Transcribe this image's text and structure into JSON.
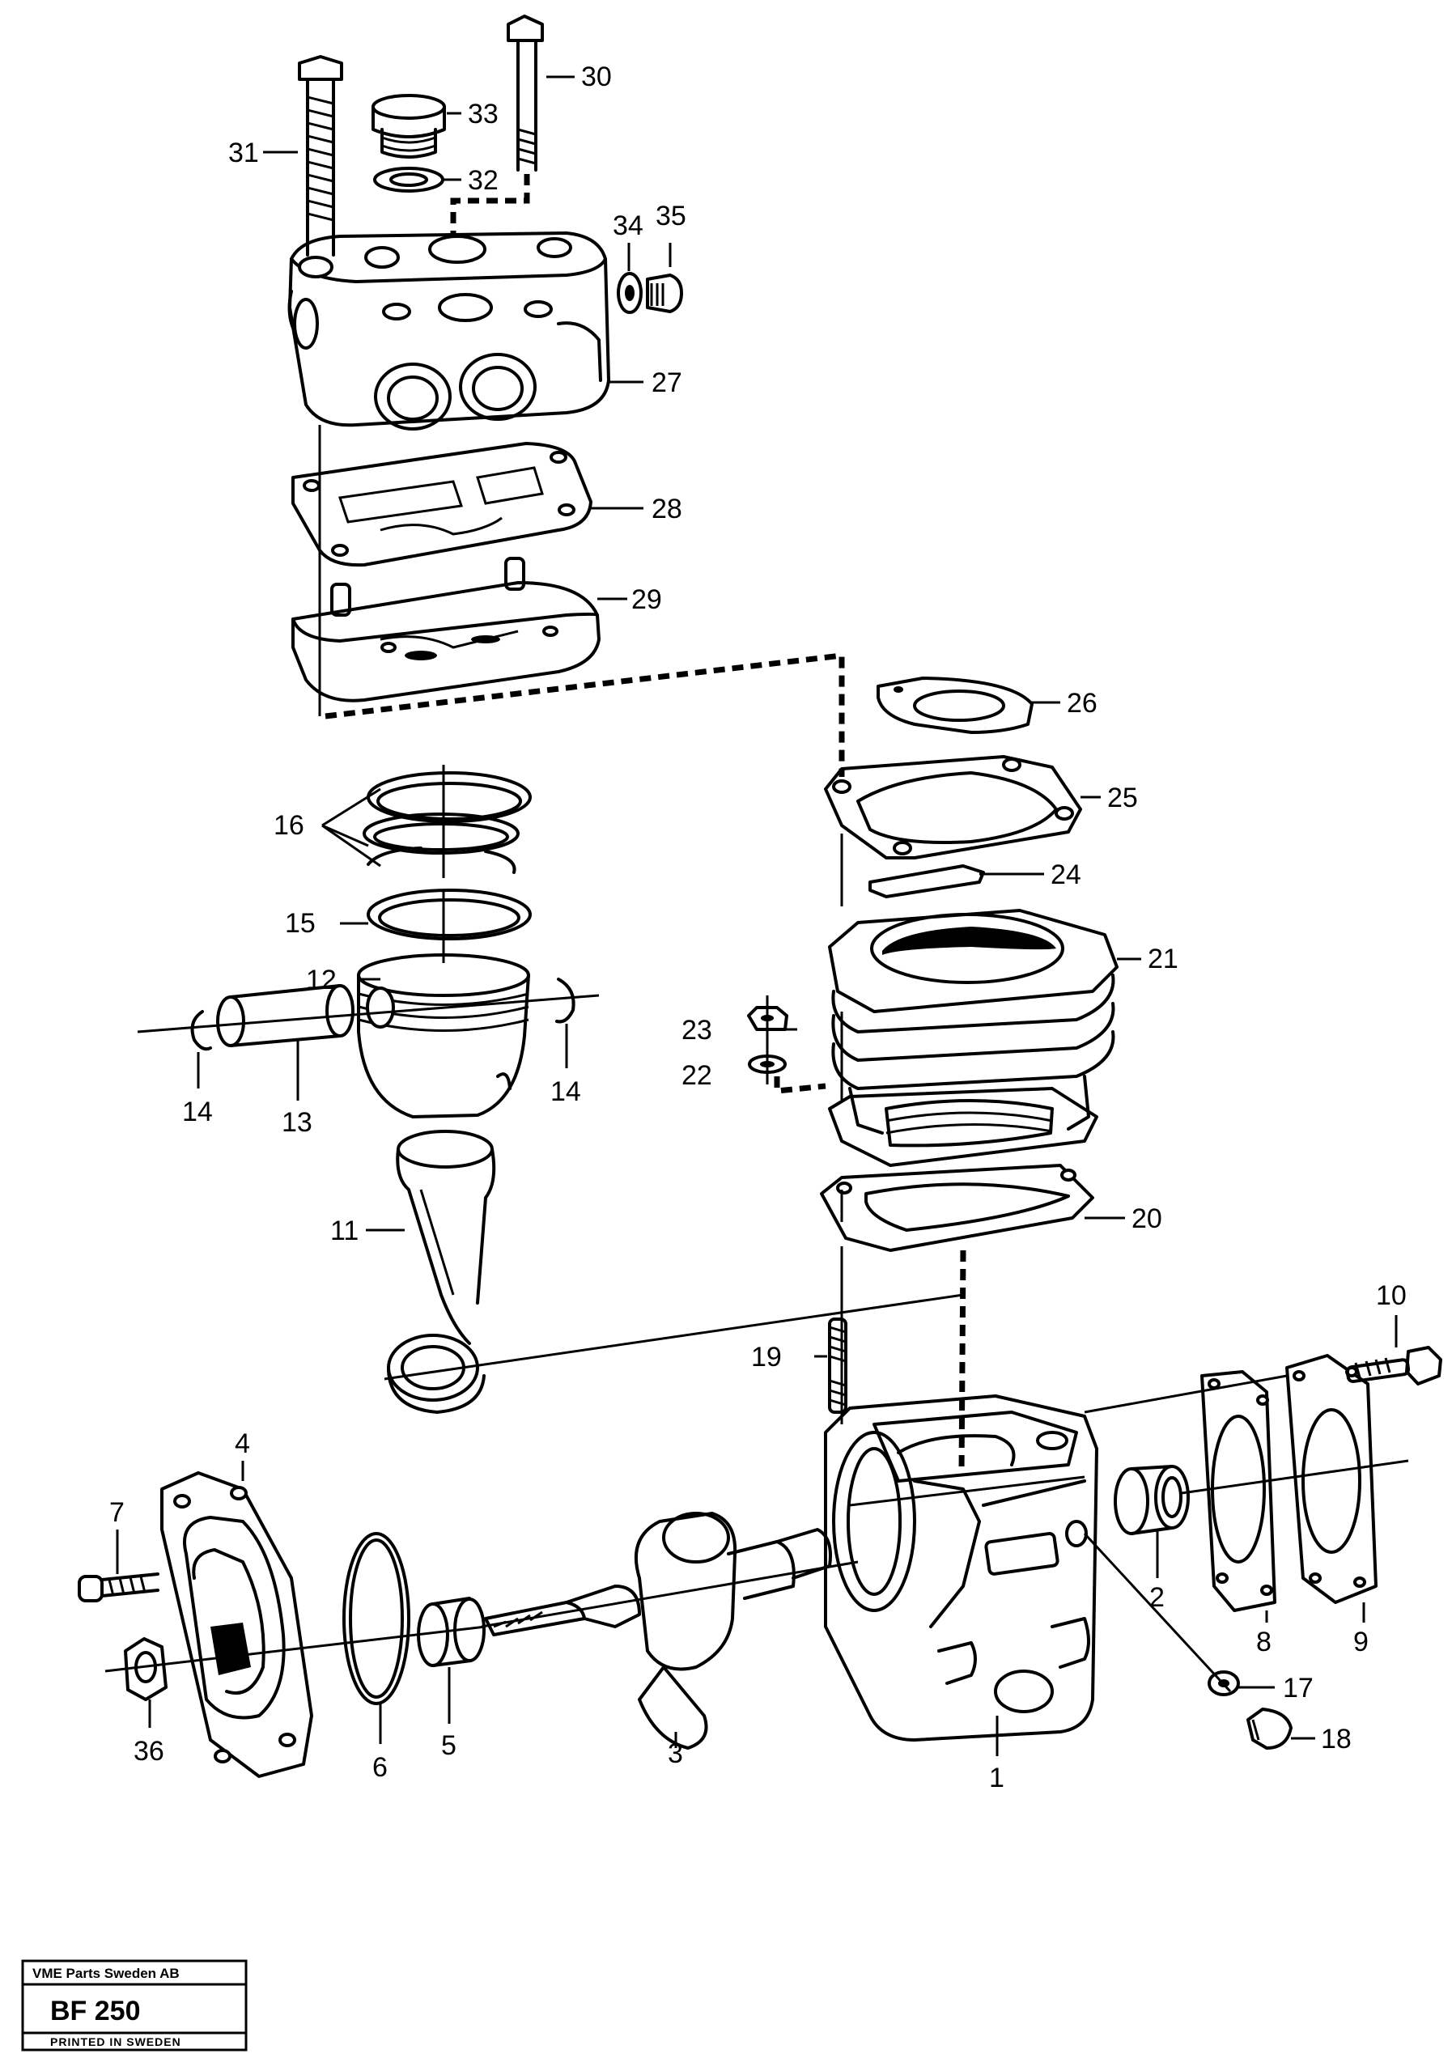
{
  "labels": {
    "p1": "1",
    "p2": "2",
    "p3": "3",
    "p4": "4",
    "p5": "5",
    "p6": "6",
    "p7": "7",
    "p8": "8",
    "p9": "9",
    "p10": "10",
    "p11": "11",
    "p12": "12",
    "p13": "13",
    "p14a": "14",
    "p14b": "14",
    "p15": "15",
    "p16": "16",
    "p17": "17",
    "p18": "18",
    "p19": "19",
    "p20": "20",
    "p21": "21",
    "p22": "22",
    "p23": "23",
    "p24": "24",
    "p25": "25",
    "p26": "26",
    "p27": "27",
    "p28": "28",
    "p29": "29",
    "p30": "30",
    "p31": "31",
    "p32": "32",
    "p33": "33",
    "p34": "34",
    "p35": "35",
    "p36": "36"
  },
  "title_block": {
    "company": "VME Parts Sweden AB",
    "code": "BF 250",
    "printed": "PRINTED IN SWEDEN"
  }
}
